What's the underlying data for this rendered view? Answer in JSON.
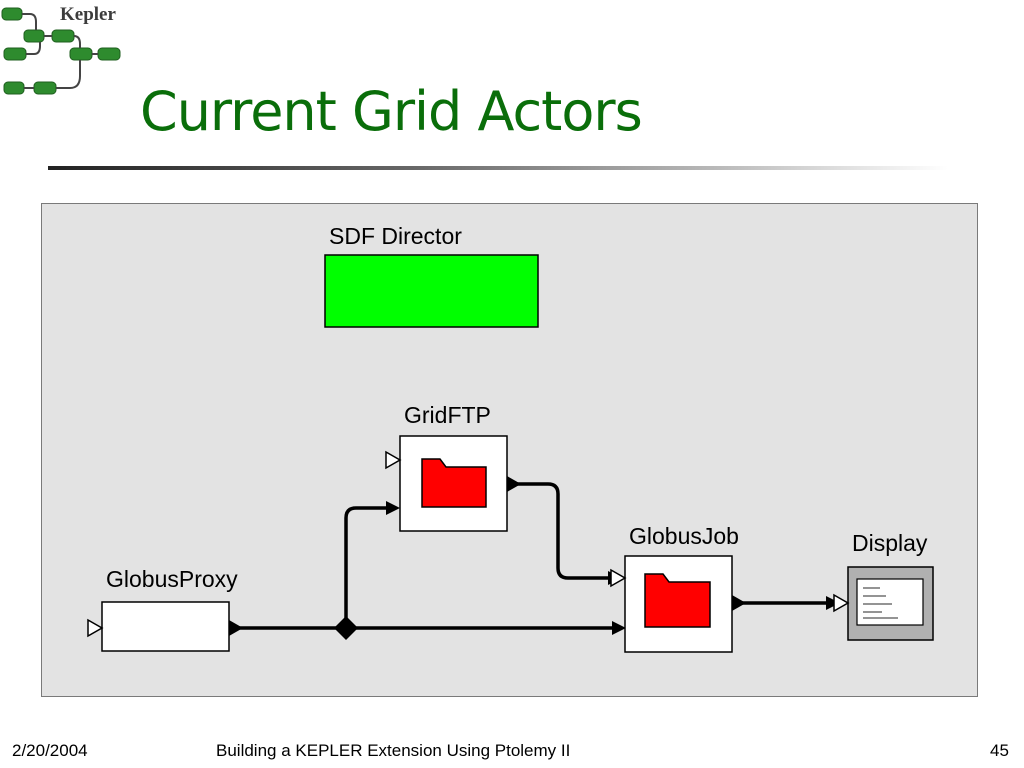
{
  "logo": {
    "text": "Kepler"
  },
  "slide": {
    "title": "Current Grid Actors"
  },
  "diagram": {
    "director": {
      "label": "SDF Director",
      "color": "#00ff00"
    },
    "actors": [
      {
        "id": "gridftp",
        "label": "GridFTP"
      },
      {
        "id": "globusjob",
        "label": "GlobusJob"
      },
      {
        "id": "globusproxy",
        "label": "GlobusProxy"
      },
      {
        "id": "display",
        "label": "Display"
      }
    ],
    "icon_color": "#ff0000"
  },
  "footer": {
    "date": "2/20/2004",
    "center": "Building a KEPLER Extension Using Ptolemy II",
    "page": "45"
  }
}
